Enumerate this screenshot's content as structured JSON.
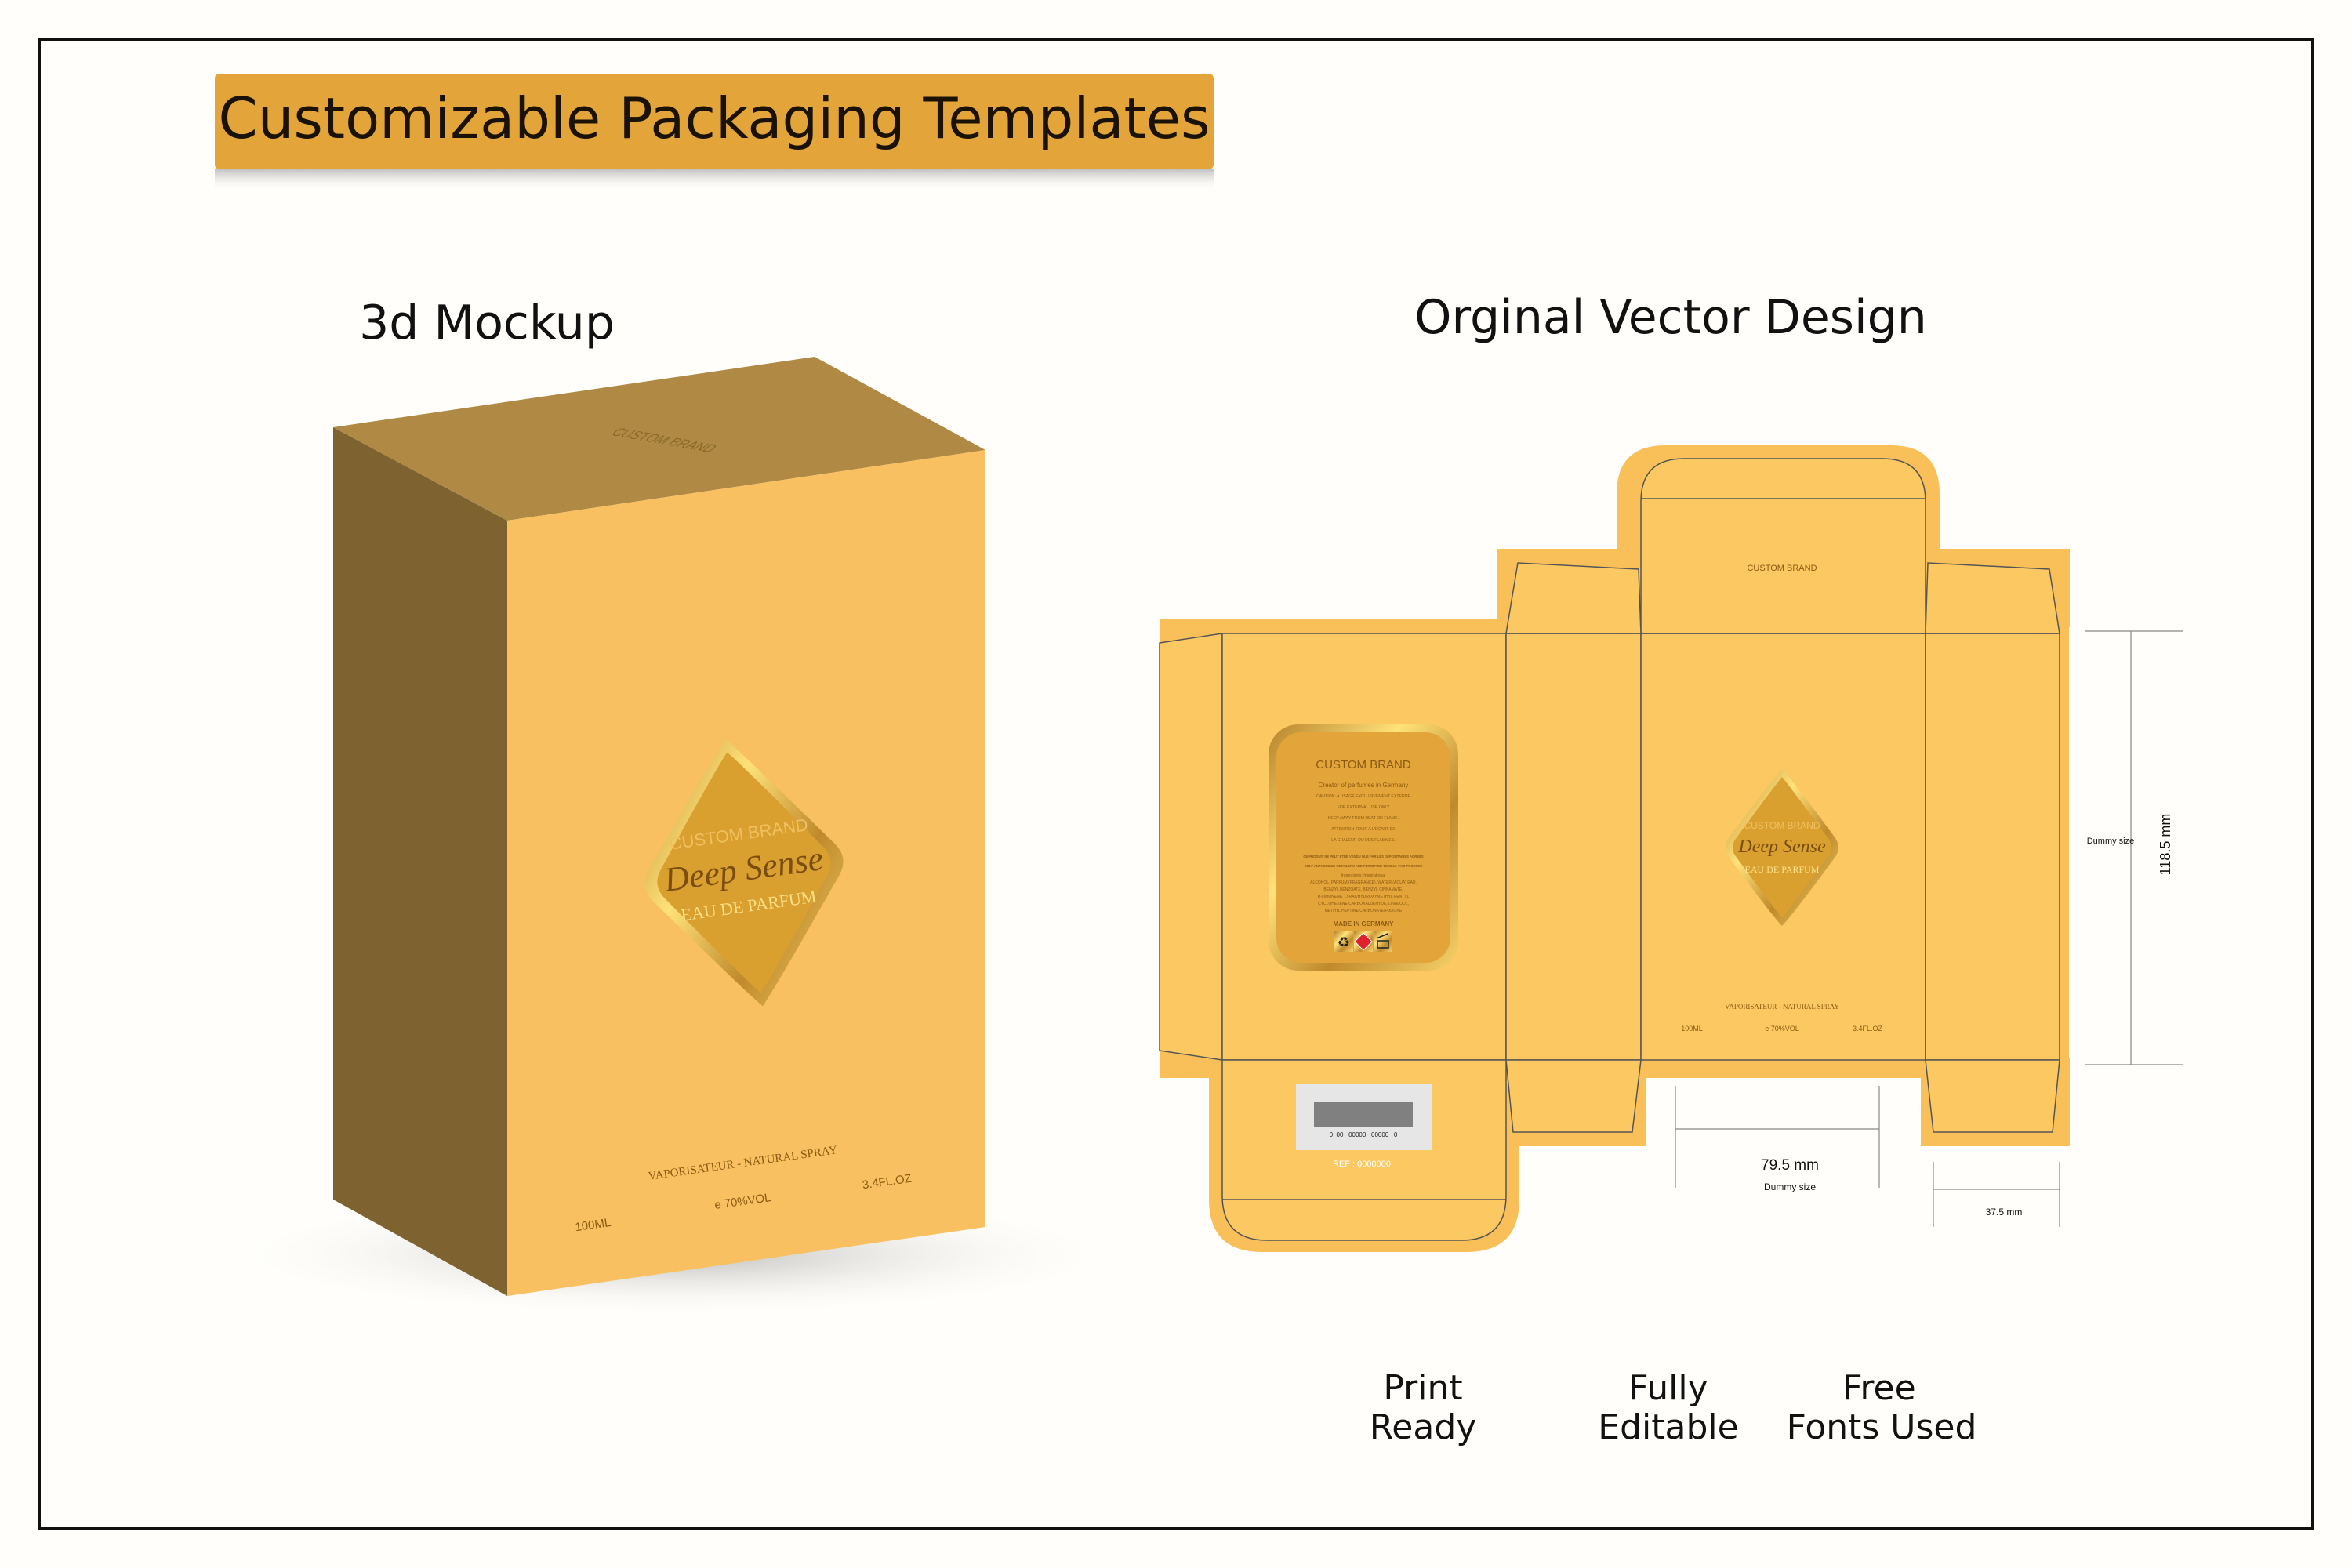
{
  "banner": {
    "title": "Customizable Packaging Templates"
  },
  "headings": {
    "mockup": "3d Mockup",
    "vector": "Orginal Vector Design"
  },
  "colors": {
    "banner": "#e3a53a",
    "front": "#f8c060",
    "side": "#7e6330",
    "top": "#b08a45",
    "dieline": "#fcc862",
    "bleed": "#f9c05a",
    "gold": "#d9a030"
  },
  "mockup": {
    "top_brand": "CUSTOM BRAND",
    "diamond_brand": "CUSTOM BRAND",
    "diamond_name": "Deep Sense",
    "diamond_sub": "EAU DE PARFUM",
    "spray": "VAPORISATEUR - NATURAL SPRAY",
    "volume": "100ML",
    "alcohol": "e 70%VOL",
    "oz": "3.4FL.OZ"
  },
  "dieline": {
    "top_brand": "CUSTOM BRAND",
    "diamond_brand": "CUSTOM BRAND",
    "diamond_name": "Deep Sense",
    "diamond_sub": "EAU DE PARFUM",
    "spray": "VAPORISATEUR - NATURAL SPRAY",
    "volume": "100ML",
    "alcohol": "e 70%VOL",
    "oz": "3.4FL.OZ",
    "barcode_digits": "0  00   00000   00000   0",
    "ref": "REF : 0000000",
    "label": {
      "brand": "CUSTOM BRAND",
      "tagline": "Creator of perfumes in Germany",
      "lines": [
        "CAUTION: A USAGE EXCLUSIVEMENT EXTERNE",
        "FOR EXTERNAL USE ONLY",
        "KEEP AWAY FROM HEAT OR FLAME.",
        "ATTENTION TENIR A L'ECART DE",
        "LA CHALEUR OU DES FLAMMES."
      ],
      "retail": [
        "CE PRODUIT NE PEUT ETRE VENDU QUE PAR LES DEPOSITAIRES AGREES",
        "ONLY AUTHORIZED RETAILERS ARE PERMITTED TO SELL THIS PRODUCT"
      ],
      "ingredients": [
        "Ingredients: Inspirational",
        "ALCOHOL, PARFUM (FRAGRANCE), WATER (AQUA) EAU,",
        "BENZYL BENZOATE, BENZYL CINNAMATE,",
        "D-LIMONENE, LYRAL/HYDROXYMETHYL PENTYL",
        "CYCLOHEXENE CARBOXALDEHYDE, LINALOOL,",
        "METHYL HEPTINE CARBONATE/FOLIONE"
      ],
      "made_in": "MADE IN GERMANY",
      "icons": [
        "recycle-icon",
        "flammable-icon",
        "jar-icon"
      ]
    }
  },
  "dimensions": {
    "height": "118.5 mm",
    "height_note": "Dummy size",
    "width": "79.5 mm",
    "width_note": "Dummy size",
    "depth": "37.5 mm"
  },
  "features": [
    {
      "line1": "Print",
      "line2": "Ready"
    },
    {
      "line1": "Fully",
      "line2": "Editable"
    },
    {
      "line1": "Free",
      "line2": "Fonts Used"
    }
  ]
}
